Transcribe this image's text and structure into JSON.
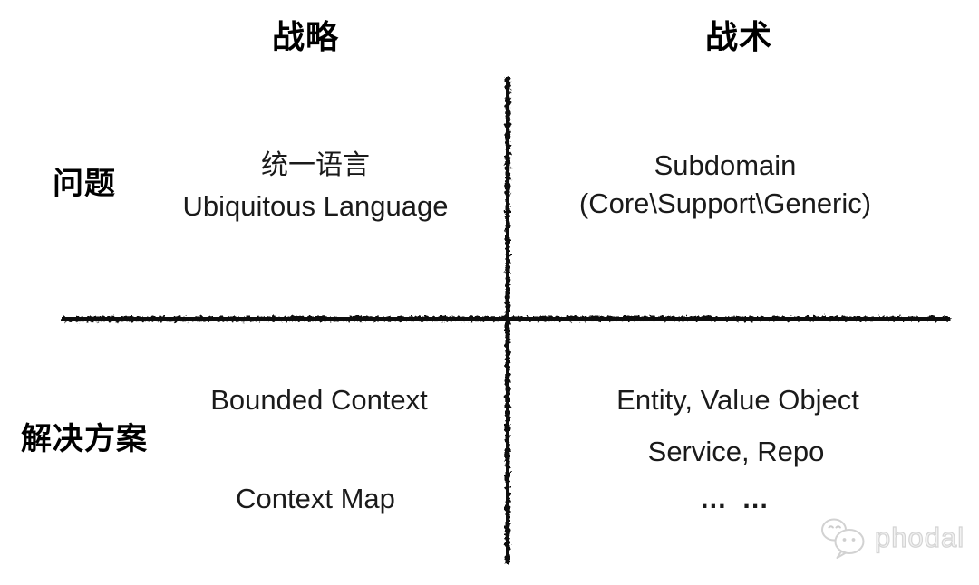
{
  "diagram": {
    "title_semantic": "DDD strategy-vs-tactics quadrant diagram",
    "background_color": "#ffffff",
    "line_color": "#0d0d0d",
    "text_color": "#1a1a1a",
    "watermark_color": "#d4d4d4",
    "column_headers": [
      {
        "label": "战略"
      },
      {
        "label": "战术"
      }
    ],
    "row_headers": [
      {
        "label": "问题"
      },
      {
        "label": "解决方案"
      }
    ],
    "quadrants": {
      "top_left": {
        "lines": [
          "统一语言",
          "Ubiquitous Language"
        ]
      },
      "top_right": {
        "lines": [
          "Subdomain",
          "(Core\\Support\\Generic)"
        ]
      },
      "bottom_left": {
        "lines": [
          "Bounded Context",
          "Context Map"
        ]
      },
      "bottom_right": {
        "lines": [
          "Entity, Value Object",
          "Service, Repo",
          "… …"
        ]
      }
    },
    "watermark": {
      "label": "phodal",
      "icon": "wechat-chat-bubbles-icon"
    }
  }
}
